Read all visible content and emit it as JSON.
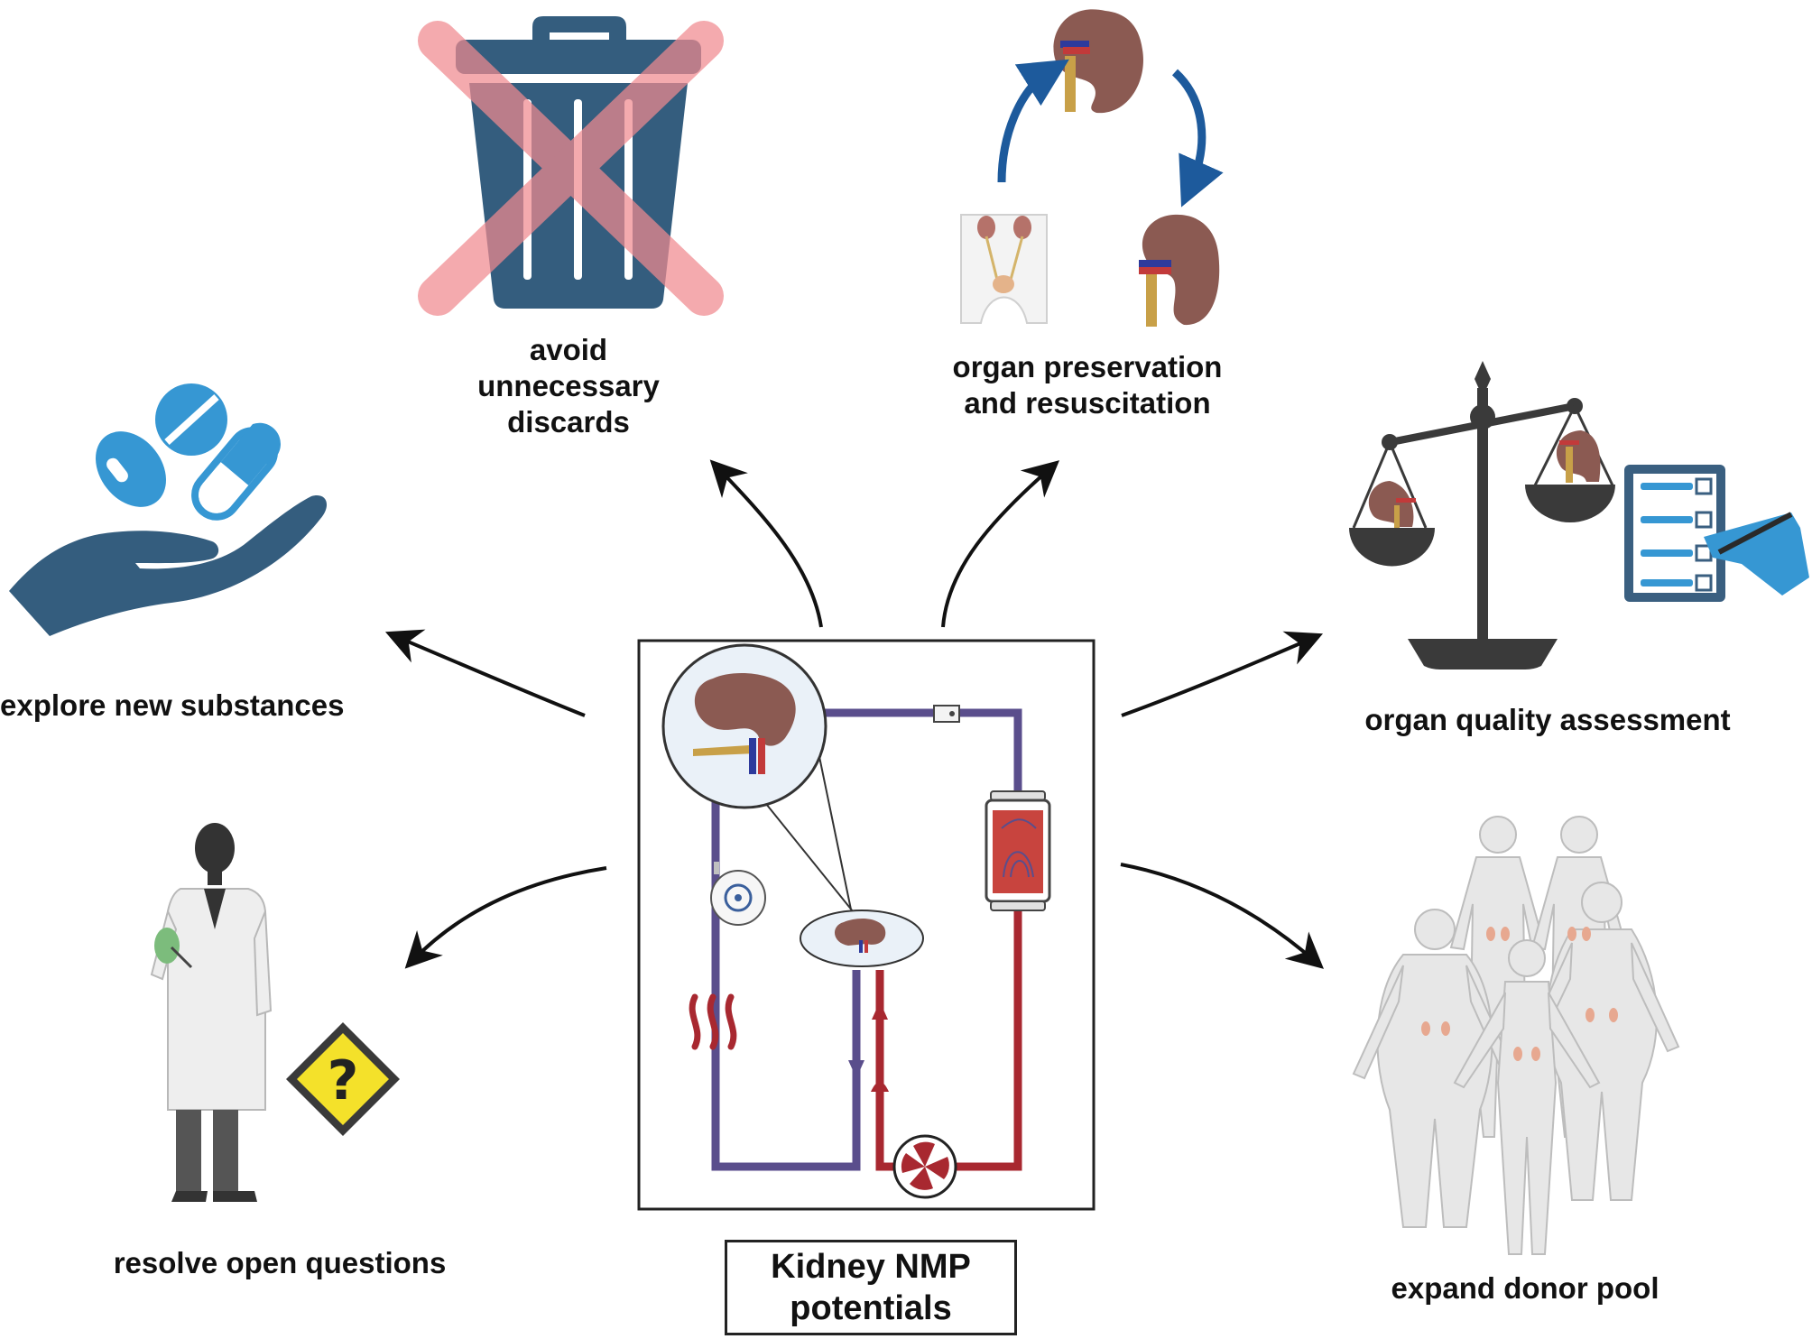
{
  "labels": {
    "discards": [
      "avoid",
      "unnecessary",
      "discards"
    ],
    "preservation": [
      "organ preservation",
      "and resuscitation"
    ],
    "substances": "explore new substances",
    "quality": "organ quality assessment",
    "questions": "resolve open questions",
    "donor": "expand donor pool",
    "title": [
      "Kidney NMP",
      "potentials"
    ],
    "question_mark": "?"
  },
  "colors": {
    "trash": "#345d7e",
    "cross": "#f08a8f",
    "arrow_blue": "#1d5a9c",
    "kidney": "#8b5a52",
    "kidney_light": "#a8746a",
    "hand": "#345d7e",
    "pill": "#3697d3",
    "scale": "#3a3a3a",
    "circuit_venous": "#5a4e8c",
    "circuit_arterial": "#a82830",
    "warning": "#f4e12a",
    "body": "#e7e7e7",
    "body_stroke": "#bdbdbd"
  },
  "icons": [
    "trash-bin-icon",
    "crossed-out-icon",
    "kidney-icon",
    "recycle-arrows-icon",
    "pelvis-icon",
    "hand-pills-icon",
    "balance-scale-icon",
    "checklist-icon",
    "scientist-icon",
    "warning-question-icon",
    "human-bodies-icon",
    "perfusion-circuit-icon",
    "pump-icon",
    "oxygenator-icon",
    "heater-icon"
  ]
}
